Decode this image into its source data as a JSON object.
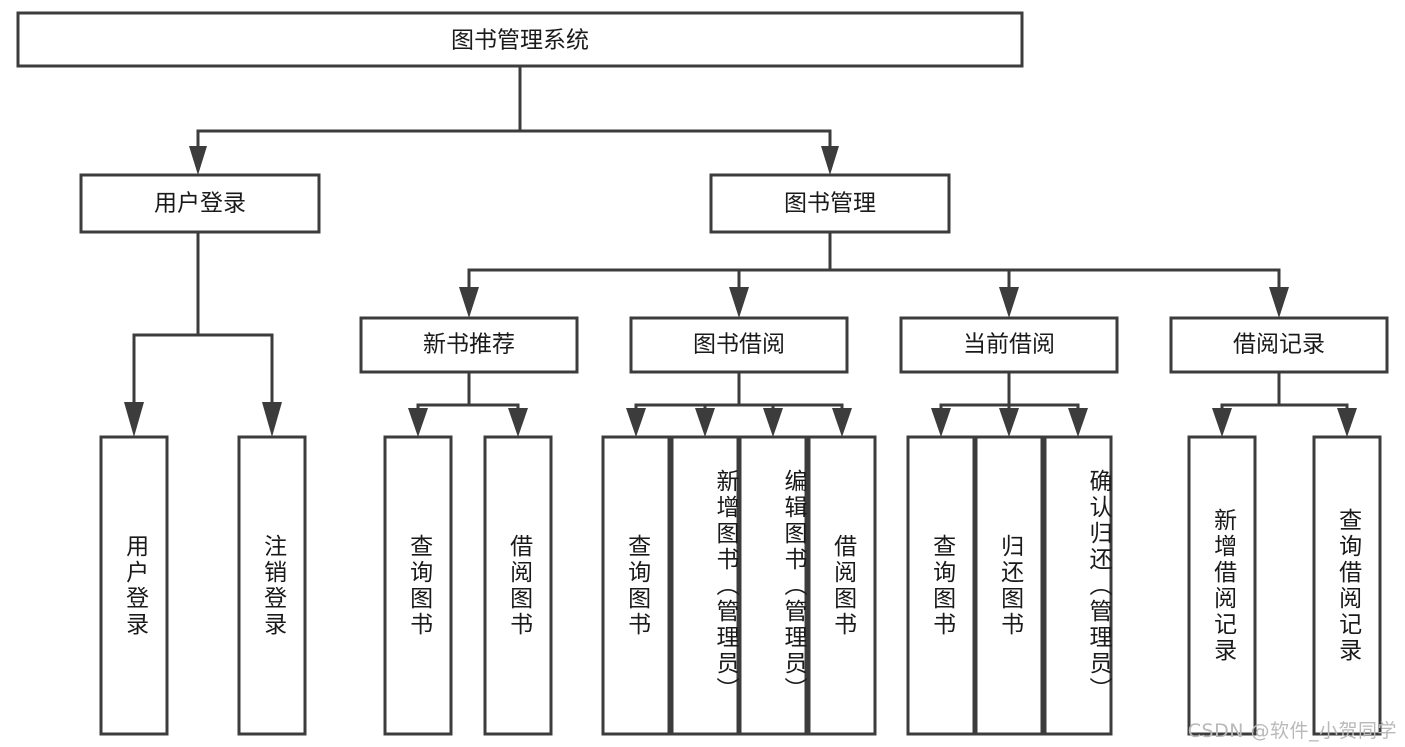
{
  "diagram": {
    "type": "tree",
    "title": "图书管理系统",
    "background_color": "#ffffff",
    "box_border_color": "#3c3c3c",
    "box_fill_color": "#ffffff",
    "text_color": "#1a1a1a",
    "connector_color": "#3c3c3c",
    "root": {
      "label": "图书管理系统",
      "orientation": "horizontal"
    },
    "level2": [
      {
        "label": "用户登录",
        "orientation": "horizontal"
      },
      {
        "label": "图书管理",
        "orientation": "horizontal"
      }
    ],
    "level3": [
      {
        "label": "新书推荐",
        "orientation": "horizontal"
      },
      {
        "label": "图书借阅",
        "orientation": "horizontal"
      },
      {
        "label": "当前借阅",
        "orientation": "horizontal"
      },
      {
        "label": "借阅记录",
        "orientation": "horizontal"
      }
    ],
    "leaves": {
      "user_login": [
        {
          "label": "用户登录",
          "orientation": "vertical"
        },
        {
          "label": "注销登录",
          "orientation": "vertical"
        }
      ],
      "new_book_recommend": [
        {
          "label": "查询图书",
          "orientation": "vertical"
        },
        {
          "label": "借阅图书",
          "orientation": "vertical"
        }
      ],
      "book_borrow": [
        {
          "label": "查询图书",
          "orientation": "vertical"
        },
        {
          "label": "新增图书（管理员）",
          "orientation": "vertical"
        },
        {
          "label": "编辑图书（管理员）",
          "orientation": "vertical"
        },
        {
          "label": "借阅图书",
          "orientation": "vertical"
        }
      ],
      "current_borrow": [
        {
          "label": "查询图书",
          "orientation": "vertical"
        },
        {
          "label": "归还图书",
          "orientation": "vertical"
        },
        {
          "label": "确认归还（管理员）",
          "orientation": "vertical"
        }
      ],
      "borrow_record": [
        {
          "label": "新增借阅记录",
          "orientation": "vertical"
        },
        {
          "label": "查询借阅记录",
          "orientation": "vertical"
        }
      ]
    }
  },
  "watermark": {
    "text": "CSDN @软件_小贺同学"
  }
}
